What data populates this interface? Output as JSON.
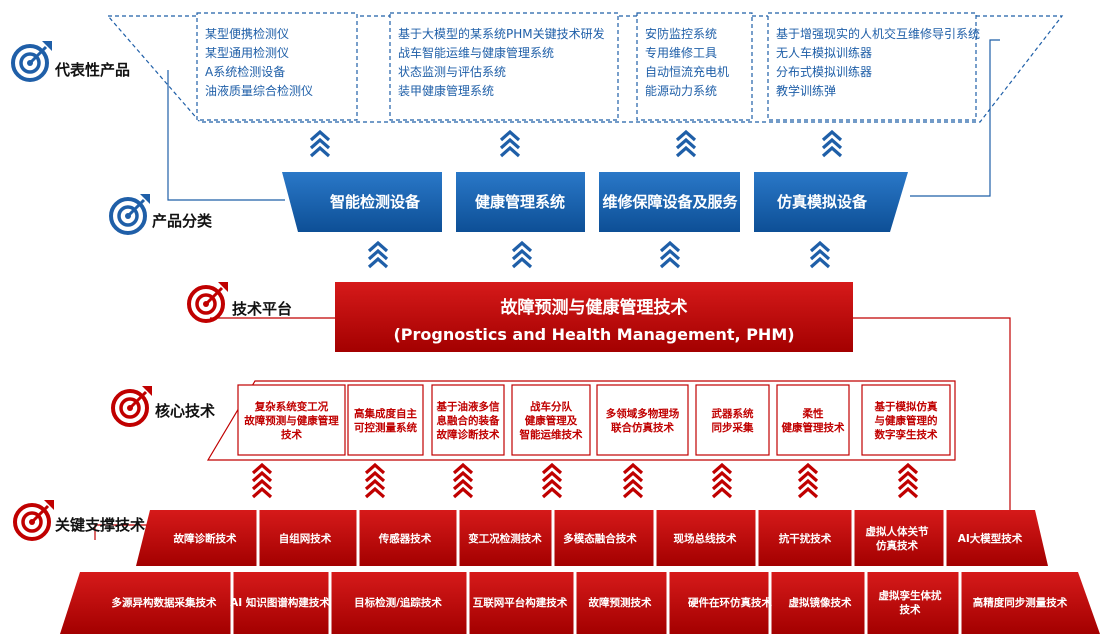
{
  "colors": {
    "blue": "#1f5fa8",
    "red": "#c00000"
  },
  "layers": {
    "representative": "代表性产品",
    "category": "产品分类",
    "platform": "技术平台",
    "core": "核心技术",
    "support": "关键支撑技术"
  },
  "products": [
    [
      "某型便携检测仪",
      "某型通用检测仪",
      "A系统检测设备",
      "油液质量综合检测仪"
    ],
    [
      "基于大模型的某系统PHM关键技术研发",
      "战车智能运维与健康管理系统",
      "状态监测与评估系统",
      "装甲健康管理系统"
    ],
    [
      "安防监控系统",
      "专用维修工具",
      "自动恒流充电机",
      "能源动力系统"
    ],
    [
      "基于增强现实的人机交互维修导引系统",
      "无人车模拟训练器",
      "分布式模拟训练器",
      "教学训练弹"
    ]
  ],
  "categories": [
    "智能检测设备",
    "健康管理系统",
    "维修保障设备及服务",
    "仿真模拟设备"
  ],
  "platform": {
    "title": "故障预测与健康管理技术",
    "subtitle": "(Prognostics and Health Management, PHM)"
  },
  "core_tech": [
    [
      "复杂系统变工况",
      "故障预测与健康管理",
      "技术"
    ],
    [
      "高集成度自主",
      "可控测量系统"
    ],
    [
      "基于油液多信",
      "息融合的装备",
      "故障诊断技术"
    ],
    [
      "战车分队",
      "健康管理及",
      "智能运维技术"
    ],
    [
      "多领域多物理场",
      "联合仿真技术"
    ],
    [
      "武器系统",
      "同步采集"
    ],
    [
      "柔性",
      "健康管理技术"
    ],
    [
      "基于模拟仿真",
      "与健康管理的",
      "数字孪生技术"
    ]
  ],
  "support_row1": [
    [
      "故障诊断技术"
    ],
    [
      "自组网技术"
    ],
    [
      "传感器技术"
    ],
    [
      "变工况检测技术"
    ],
    [
      "多模态融合技术"
    ],
    [
      "现场总线技术"
    ],
    [
      "抗干扰技术"
    ],
    [
      "虚拟人体关节",
      "仿真技术"
    ],
    [
      "AI大模型技术"
    ]
  ],
  "support_row2": [
    [
      "多源异构数据采集技术"
    ],
    [
      "AI 知识图谱构建技术"
    ],
    [
      "目标检测/追踪技术"
    ],
    [
      "互联网平台构建技术"
    ],
    [
      "故障预测技术"
    ],
    [
      "硬件在环仿真技术"
    ],
    [
      "虚拟镜像技术"
    ],
    [
      "虚拟孪生体扰",
      "技术"
    ],
    [
      "高精度同步测量技术"
    ]
  ]
}
